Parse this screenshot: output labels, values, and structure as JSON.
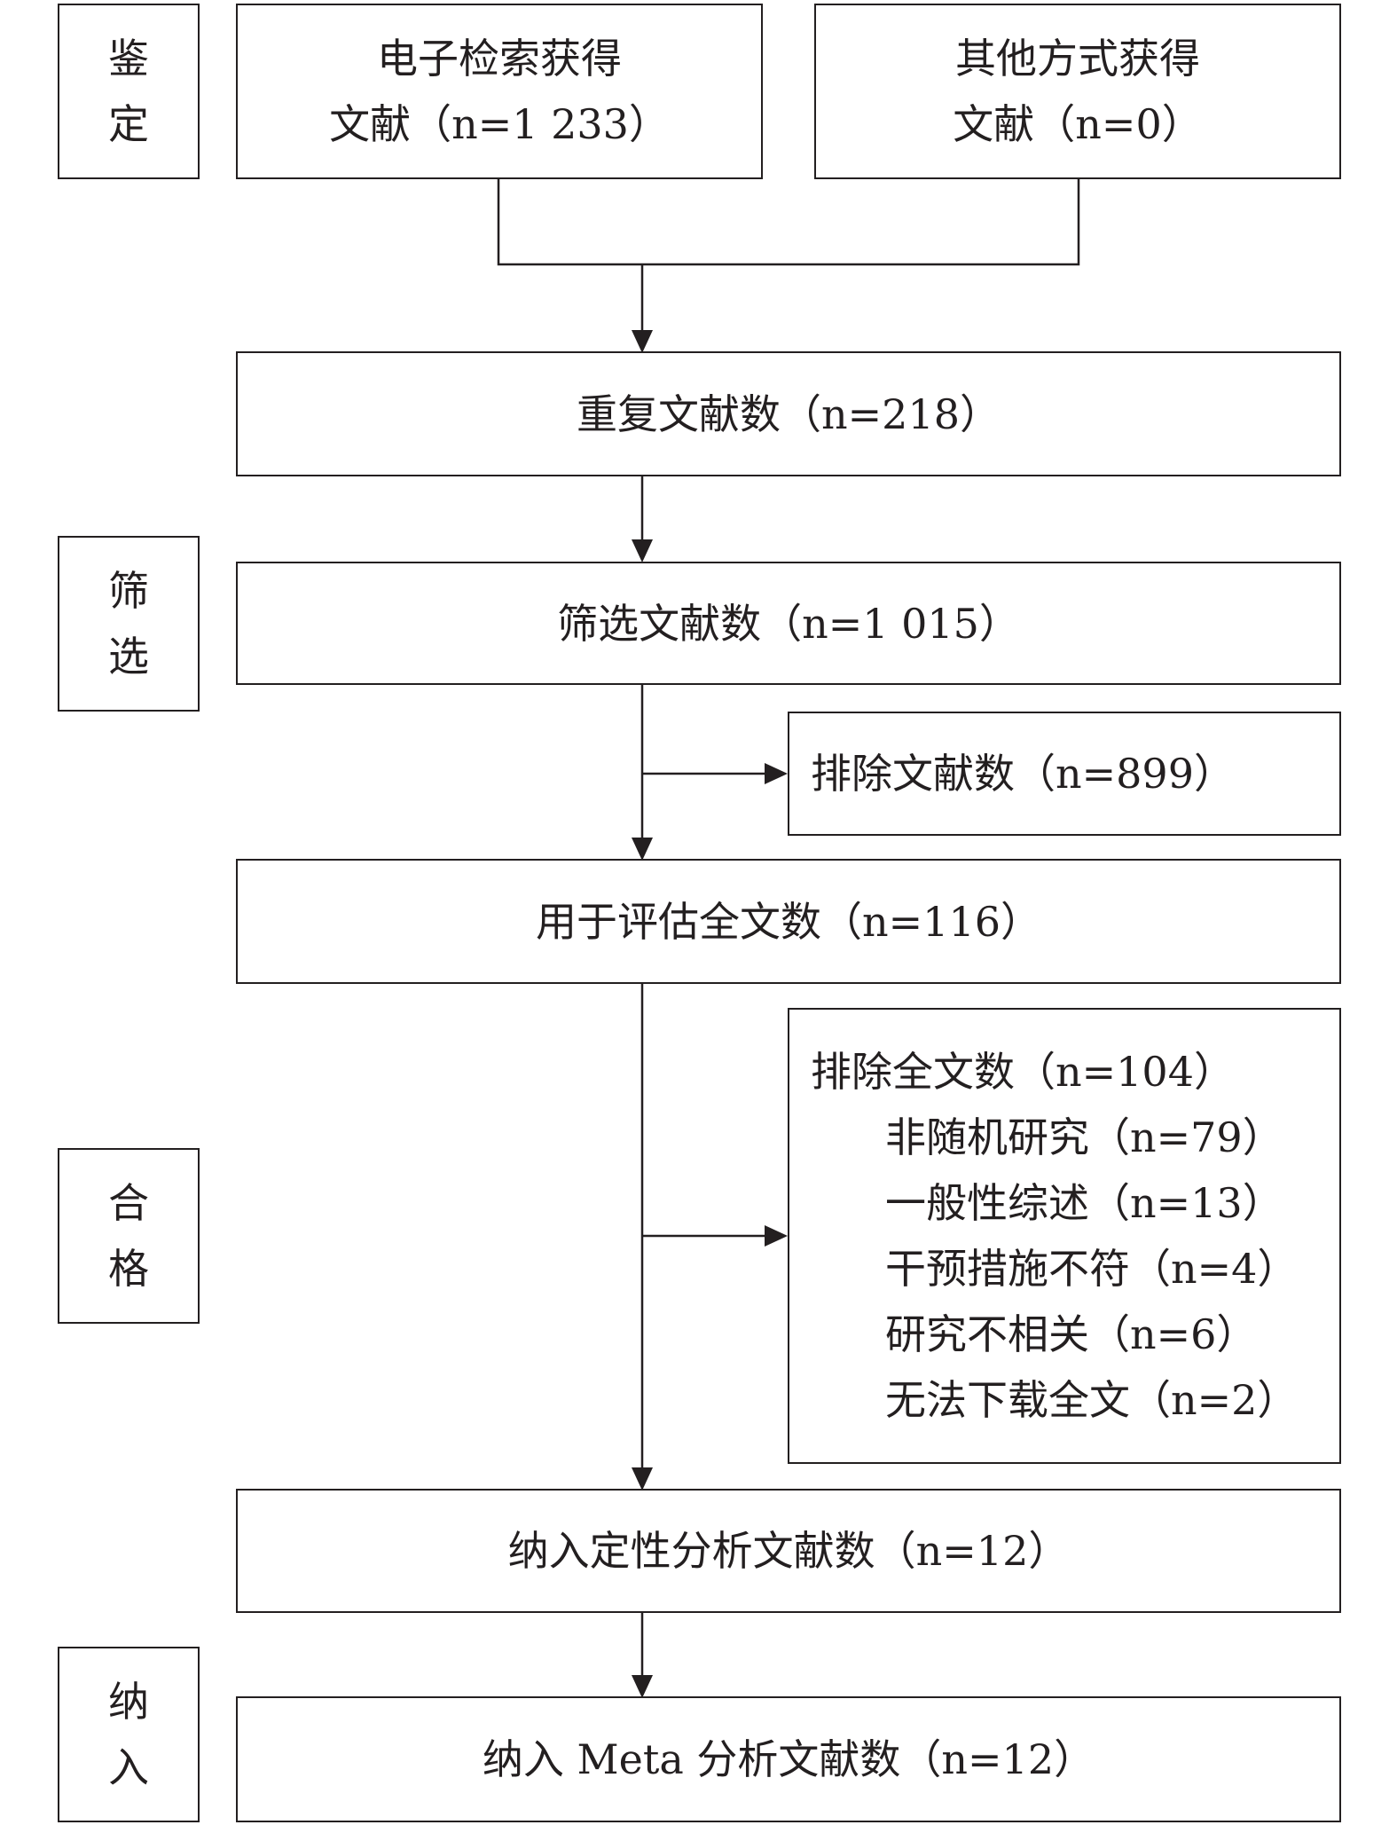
{
  "stages": {
    "identification": [
      "鉴",
      "定"
    ],
    "screening": [
      "筛",
      "选"
    ],
    "eligibility": [
      "合",
      "格"
    ],
    "included": [
      "纳",
      "入"
    ]
  },
  "boxes": {
    "electronic_search": [
      "电子检索获得",
      "文献（n=1 233）"
    ],
    "other_sources": [
      "其他方式获得",
      "文献（n=0）"
    ],
    "duplicates": "重复文献数（n=218）",
    "screened": "筛选文献数（n=1 015）",
    "excluded_records": "排除文献数（n=899）",
    "fulltext_assessed": "用于评估全文数（n=116）",
    "excluded_fulltext": {
      "title": "排除全文数（n=104）",
      "reasons": [
        "非随机研究（n=79）",
        "一般性综述（n=13）",
        "干预措施不符（n=4）",
        "研究不相关（n=6）",
        "无法下载全文（n=2）"
      ]
    },
    "qualitative": "纳入定性分析文献数（n=12）",
    "meta": "纳入 Meta 分析文献数（n=12）"
  }
}
